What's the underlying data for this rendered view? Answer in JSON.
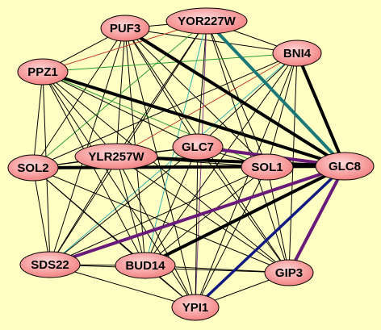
{
  "background_color": "#ffffc4",
  "node_fill_light": "#ffd8d8",
  "node_fill_dark": "#f27c7c",
  "nodes": [
    {
      "id": "PUF3",
      "label": "PUF3"
    },
    {
      "id": "YOR227W",
      "label": "YOR227W"
    },
    {
      "id": "BNI4",
      "label": "BNI4"
    },
    {
      "id": "PPZ1",
      "label": "PPZ1"
    },
    {
      "id": "GLC7",
      "label": "GLC7"
    },
    {
      "id": "YLR257W",
      "label": "YLR257W"
    },
    {
      "id": "SOL2",
      "label": "SOL2"
    },
    {
      "id": "SOL1",
      "label": "SOL1"
    },
    {
      "id": "GLC8",
      "label": "GLC8"
    },
    {
      "id": "SDS22",
      "label": "SDS22"
    },
    {
      "id": "BUD14",
      "label": "BUD14"
    },
    {
      "id": "GIP3",
      "label": "GIP3"
    },
    {
      "id": "YPI1",
      "label": "YPI1"
    }
  ],
  "edge_colors": {
    "thin": "#000000",
    "green": "#2e9a2e",
    "red": "#c0392b",
    "cyan": "#35b0b0",
    "purple": "#8a3d8a",
    "teal_thick": "#1a7878",
    "purple_thick": "#6a1a7a",
    "navy_thick": "#101a80",
    "black_thick": "#000000"
  },
  "edges": [
    {
      "source": "PUF3",
      "target": "YOR227W",
      "style": "thin"
    },
    {
      "source": "PUF3",
      "target": "BNI4",
      "style": "thin"
    },
    {
      "source": "PUF3",
      "target": "PPZ1",
      "style": "thin"
    },
    {
      "source": "PUF3",
      "target": "GLC8",
      "style": "black_thick"
    },
    {
      "source": "PUF3",
      "target": "GLC7",
      "style": "thin"
    },
    {
      "source": "PUF3",
      "target": "SOL1",
      "style": "thin"
    },
    {
      "source": "PUF3",
      "target": "SOL2",
      "style": "thin"
    },
    {
      "source": "PUF3",
      "target": "YLR257W",
      "style": "thin"
    },
    {
      "source": "PUF3",
      "target": "BUD14",
      "style": "thin"
    },
    {
      "source": "PUF3",
      "target": "GIP3",
      "style": "thin"
    },
    {
      "source": "PUF3",
      "target": "SDS22",
      "style": "thin"
    },
    {
      "source": "PUF3",
      "target": "YPI1",
      "style": "thin"
    },
    {
      "source": "YOR227W",
      "target": "GLC8",
      "style": "teal_thick"
    },
    {
      "source": "YOR227W",
      "target": "BNI4",
      "style": "thin"
    },
    {
      "source": "YOR227W",
      "target": "PPZ1",
      "style": "red"
    },
    {
      "source": "YOR227W",
      "target": "GLC7",
      "style": "thin"
    },
    {
      "source": "YOR227W",
      "target": "SOL1",
      "style": "thin"
    },
    {
      "source": "YOR227W",
      "target": "SOL2",
      "style": "green"
    },
    {
      "source": "YOR227W",
      "target": "YLR257W",
      "style": "thin"
    },
    {
      "source": "YOR227W",
      "target": "BUD14",
      "style": "cyan"
    },
    {
      "source": "YOR227W",
      "target": "GIP3",
      "style": "thin"
    },
    {
      "source": "YOR227W",
      "target": "SDS22",
      "style": "thin"
    },
    {
      "source": "YOR227W",
      "target": "YPI1",
      "style": "purple"
    },
    {
      "source": "BNI4",
      "target": "GLC8",
      "style": "black_thick"
    },
    {
      "source": "BNI4",
      "target": "PPZ1",
      "style": "green"
    },
    {
      "source": "BNI4",
      "target": "GLC7",
      "style": "thin"
    },
    {
      "source": "BNI4",
      "target": "SOL1",
      "style": "thin"
    },
    {
      "source": "BNI4",
      "target": "SOL2",
      "style": "thin"
    },
    {
      "source": "BNI4",
      "target": "YLR257W",
      "style": "red"
    },
    {
      "source": "BNI4",
      "target": "BUD14",
      "style": "thin"
    },
    {
      "source": "BNI4",
      "target": "GIP3",
      "style": "thin"
    },
    {
      "source": "BNI4",
      "target": "SDS22",
      "style": "cyan"
    },
    {
      "source": "BNI4",
      "target": "YPI1",
      "style": "thin"
    },
    {
      "source": "PPZ1",
      "target": "GLC8",
      "style": "black_thick"
    },
    {
      "source": "PPZ1",
      "target": "GLC7",
      "style": "thin"
    },
    {
      "source": "PPZ1",
      "target": "SOL1",
      "style": "green"
    },
    {
      "source": "PPZ1",
      "target": "SOL2",
      "style": "thin"
    },
    {
      "source": "PPZ1",
      "target": "YLR257W",
      "style": "thin"
    },
    {
      "source": "PPZ1",
      "target": "BUD14",
      "style": "thin"
    },
    {
      "source": "PPZ1",
      "target": "GIP3",
      "style": "thin"
    },
    {
      "source": "PPZ1",
      "target": "SDS22",
      "style": "thin"
    },
    {
      "source": "PPZ1",
      "target": "YPI1",
      "style": "thin"
    },
    {
      "source": "GLC7",
      "target": "GLC8",
      "style": "purple_thick"
    },
    {
      "source": "GLC7",
      "target": "SOL1",
      "style": "thin"
    },
    {
      "source": "GLC7",
      "target": "SOL2",
      "style": "thin"
    },
    {
      "source": "GLC7",
      "target": "YLR257W",
      "style": "thin"
    },
    {
      "source": "GLC7",
      "target": "BUD14",
      "style": "thin"
    },
    {
      "source": "GLC7",
      "target": "GIP3",
      "style": "thin"
    },
    {
      "source": "GLC7",
      "target": "SDS22",
      "style": "thin"
    },
    {
      "source": "GLC7",
      "target": "YPI1",
      "style": "thin"
    },
    {
      "source": "YLR257W",
      "target": "GLC8",
      "style": "black_thick"
    },
    {
      "source": "YLR257W",
      "target": "SOL1",
      "style": "thin"
    },
    {
      "source": "YLR257W",
      "target": "SOL2",
      "style": "thin"
    },
    {
      "source": "YLR257W",
      "target": "BUD14",
      "style": "thin"
    },
    {
      "source": "YLR257W",
      "target": "GIP3",
      "style": "thin"
    },
    {
      "source": "YLR257W",
      "target": "SDS22",
      "style": "thin"
    },
    {
      "source": "YLR257W",
      "target": "YPI1",
      "style": "thin"
    },
    {
      "source": "SOL2",
      "target": "GLC8",
      "style": "black_thick"
    },
    {
      "source": "SOL2",
      "target": "SOL1",
      "style": "thin"
    },
    {
      "source": "SOL2",
      "target": "BUD14",
      "style": "thin"
    },
    {
      "source": "SOL2",
      "target": "GIP3",
      "style": "thin"
    },
    {
      "source": "SOL2",
      "target": "SDS22",
      "style": "thin"
    },
    {
      "source": "SOL2",
      "target": "YPI1",
      "style": "thin"
    },
    {
      "source": "SOL1",
      "target": "GLC8",
      "style": "cyan"
    },
    {
      "source": "SOL1",
      "target": "BUD14",
      "style": "thin"
    },
    {
      "source": "SOL1",
      "target": "GIP3",
      "style": "thin"
    },
    {
      "source": "SOL1",
      "target": "SDS22",
      "style": "thin"
    },
    {
      "source": "SOL1",
      "target": "YPI1",
      "style": "thin"
    },
    {
      "source": "GLC8",
      "target": "SDS22",
      "style": "purple_thick"
    },
    {
      "source": "GLC8",
      "target": "BUD14",
      "style": "black_thick"
    },
    {
      "source": "GLC8",
      "target": "GIP3",
      "style": "purple_thick"
    },
    {
      "source": "GLC8",
      "target": "YPI1",
      "style": "navy_thick"
    },
    {
      "source": "SDS22",
      "target": "BUD14",
      "style": "thin"
    },
    {
      "source": "SDS22",
      "target": "GIP3",
      "style": "thin"
    },
    {
      "source": "SDS22",
      "target": "YPI1",
      "style": "thin"
    },
    {
      "source": "BUD14",
      "target": "GIP3",
      "style": "thin"
    },
    {
      "source": "BUD14",
      "target": "YPI1",
      "style": "thin"
    },
    {
      "source": "GIP3",
      "target": "YPI1",
      "style": "thin"
    }
  ]
}
